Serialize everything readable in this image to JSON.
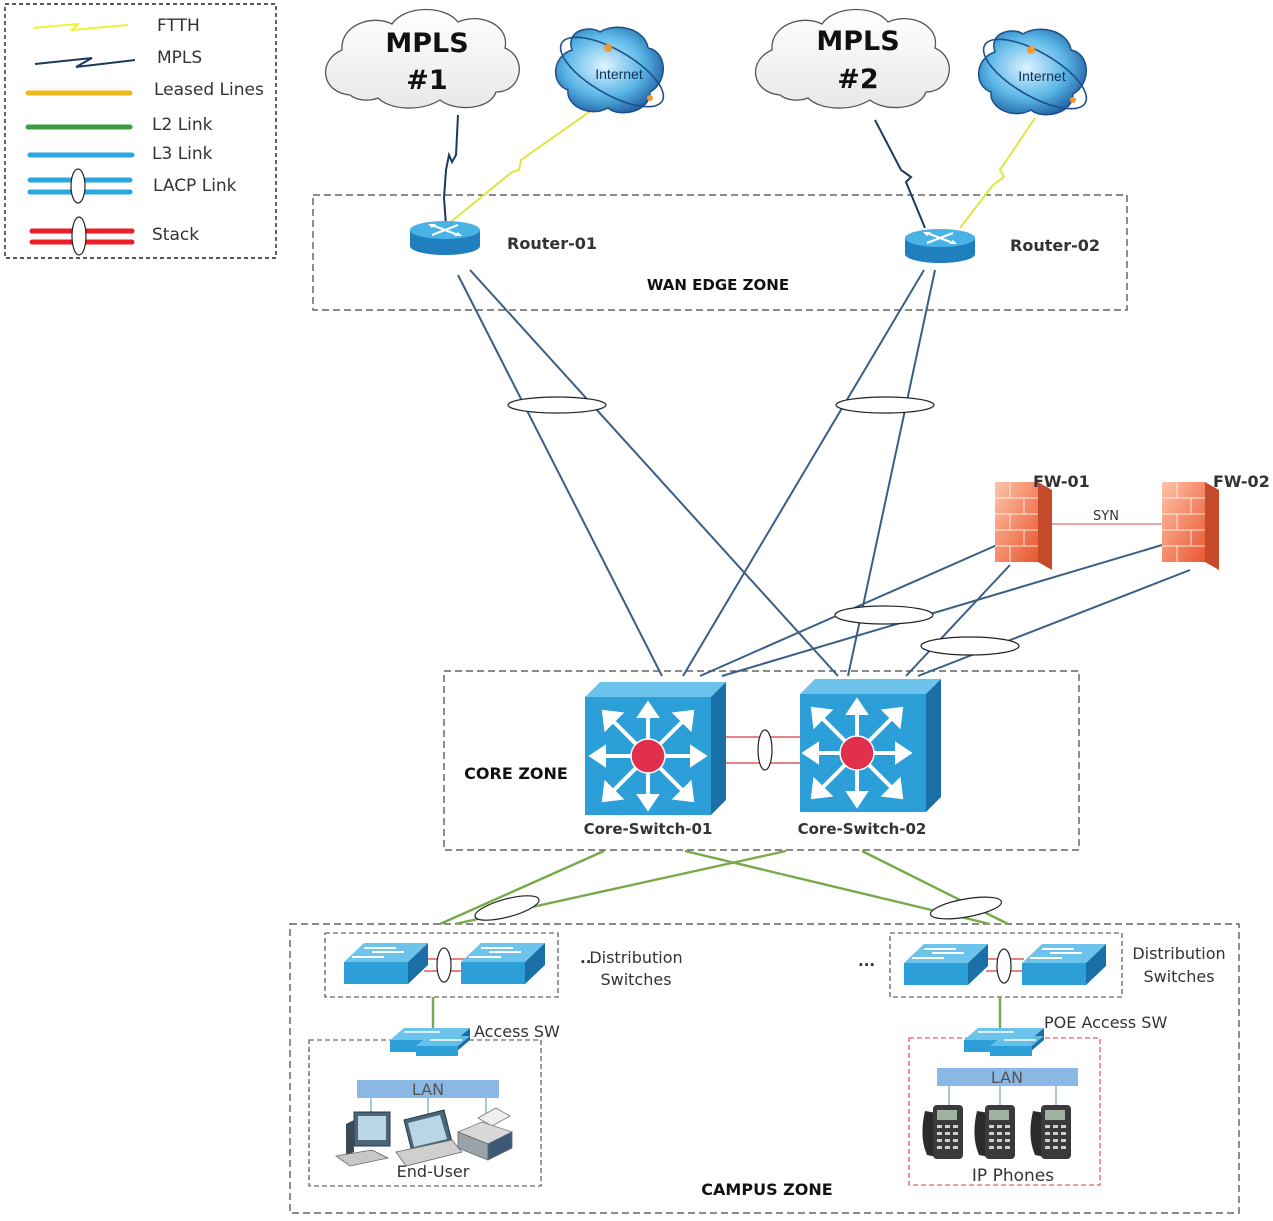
{
  "legend": {
    "ftth": "FTTH",
    "mpls": "MPLS",
    "leased": "Leased Lines",
    "l2": "L2 Link",
    "l3": "L3 Link",
    "lacp": "LACP Link",
    "stack": "Stack"
  },
  "clouds": {
    "mpls1": [
      "MPLS",
      "#1"
    ],
    "mpls2": [
      "MPLS",
      "#2"
    ],
    "internet": "Internet"
  },
  "devices": {
    "router1": "Router-01",
    "router2": "Router-02",
    "fw1": "FW-01",
    "fw2": "FW-02",
    "syn": "SYN",
    "core1": "Core-Switch-01",
    "core2": "Core-Switch-02",
    "dist_left_line1": "Distribution",
    "dist_left_line2": "Switches",
    "dist_left_ellipsis": "..",
    "dist_right_line1": "Distribution",
    "dist_right_line2": "Switches",
    "dist_right_ellipsis": "...",
    "access_sw": "Access SW",
    "poe_access_sw": "POE Access SW",
    "lan": "LAN",
    "end_user": "End-User",
    "ip_phones": "IP Phones"
  },
  "zones": {
    "wan": "WAN EDGE ZONE",
    "core": "CORE ZONE",
    "campus": "CAMPUS ZONE"
  },
  "colors": {
    "l3": "#3b5e85",
    "l2": "#77a94a",
    "stack": "#e03b3b",
    "ftth": "#eef13a",
    "switch": "#2b9fd8",
    "firewall": "#f07a50"
  }
}
